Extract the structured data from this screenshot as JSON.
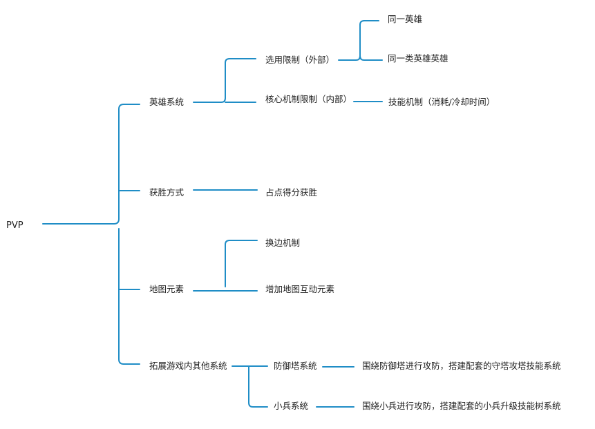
{
  "mindmap": {
    "root": "PVP",
    "branches": [
      {
        "label": "英雄系统",
        "children": [
          {
            "label": "选用限制（外部）",
            "children": [
              {
                "label": "同一英雄"
              },
              {
                "label": "同一类英雄英雄"
              }
            ]
          },
          {
            "label": "核心机制限制（内部）",
            "children": [
              {
                "label": "技能机制（消耗/冷却时间）"
              }
            ]
          }
        ]
      },
      {
        "label": "获胜方式",
        "children": [
          {
            "label": "占点得分获胜"
          }
        ]
      },
      {
        "label": "地图元素",
        "children": [
          {
            "label": "换边机制"
          },
          {
            "label": "增加地图互动元素"
          }
        ]
      },
      {
        "label": "拓展游戏内其他系统",
        "children": [
          {
            "label": "防御塔系统",
            "children": [
              {
                "label": "围绕防御塔进行攻防，搭建配套的守塔攻塔技能系统"
              }
            ]
          },
          {
            "label": "小兵系统",
            "children": [
              {
                "label": "围绕小兵进行攻防，搭建配套的小兵升级技能树系统"
              }
            ]
          }
        ]
      }
    ]
  },
  "colors": {
    "connector": "#1f8dc6",
    "text": "#1f1f1f",
    "background": "#ffffff"
  }
}
